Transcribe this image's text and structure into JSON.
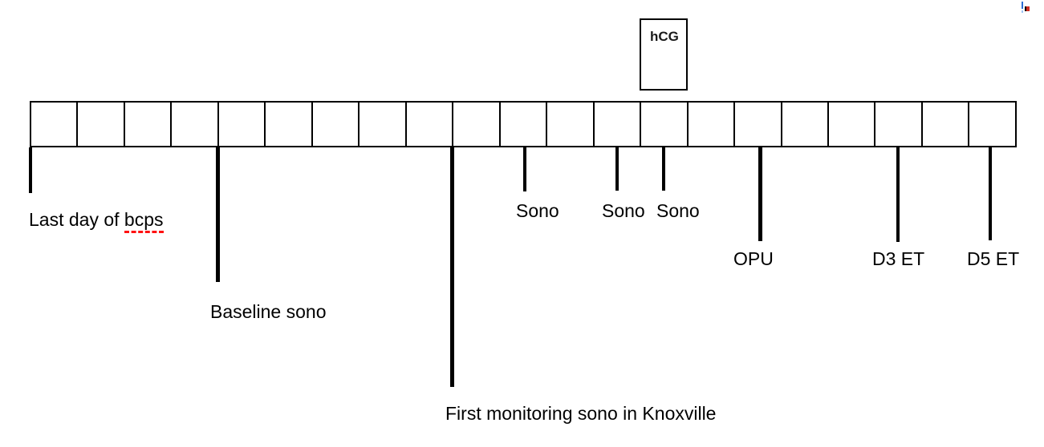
{
  "timeline": {
    "cell_count": 21,
    "events": [
      {
        "id": "last-day-bcps",
        "label_prefix": "Last day of ",
        "misspelled_word": "bcps"
      },
      {
        "id": "baseline-sono",
        "label": "Baseline sono"
      },
      {
        "id": "first-monitoring-sono",
        "label": "First monitoring sono in Knoxville"
      },
      {
        "id": "sono-1",
        "label": "Sono"
      },
      {
        "id": "sono-2",
        "label": "Sono"
      },
      {
        "id": "sono-3",
        "label": "Sono"
      },
      {
        "id": "opu",
        "label": "OPU"
      },
      {
        "id": "d3-et",
        "label": "D3 ET"
      },
      {
        "id": "d5-et",
        "label": "D5 ET"
      }
    ],
    "hcg": {
      "label": "hCG"
    }
  },
  "colors": {
    "line": "#000000",
    "background": "#ffffff",
    "spellcheck_underline": "#ff1212",
    "text_cursor_blue": "#2b6fd4",
    "cursor_flag_red": "#cf2e24",
    "cursor_flag_black": "#000000"
  }
}
